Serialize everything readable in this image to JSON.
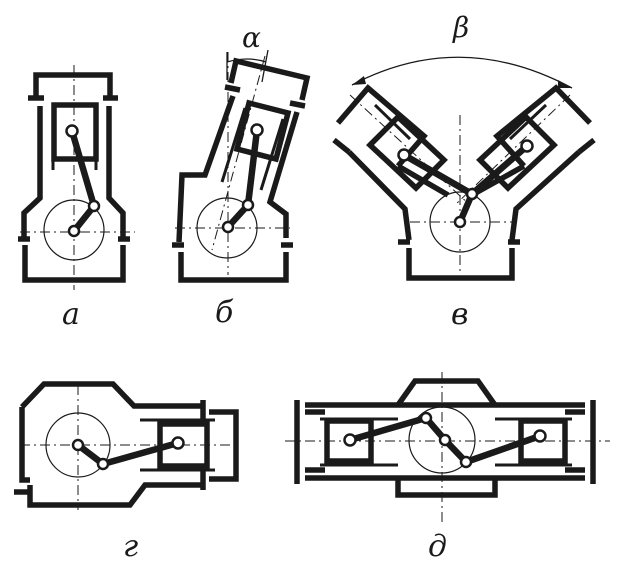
{
  "labels": {
    "a": "а",
    "b": "б",
    "v": "в",
    "g": "г",
    "d": "д"
  },
  "angles": {
    "alpha": "α",
    "beta": "β"
  }
}
